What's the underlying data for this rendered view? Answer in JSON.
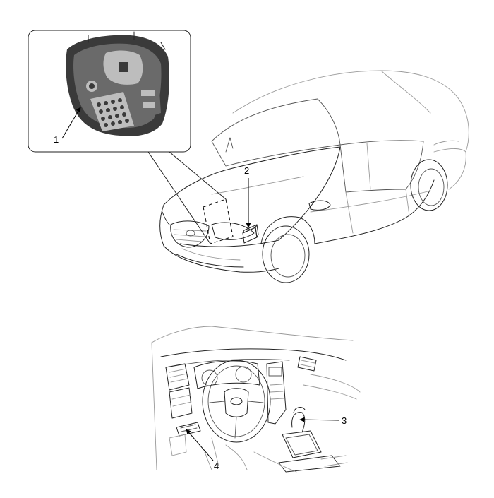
{
  "callouts": [
    {
      "id": "1",
      "label": "1"
    },
    {
      "id": "2",
      "label": "2"
    },
    {
      "id": "3",
      "label": "3"
    },
    {
      "id": "4",
      "label": "4"
    }
  ],
  "colors": {
    "line": "#222222",
    "light_line": "#9a9a9a",
    "background": "#ffffff"
  }
}
